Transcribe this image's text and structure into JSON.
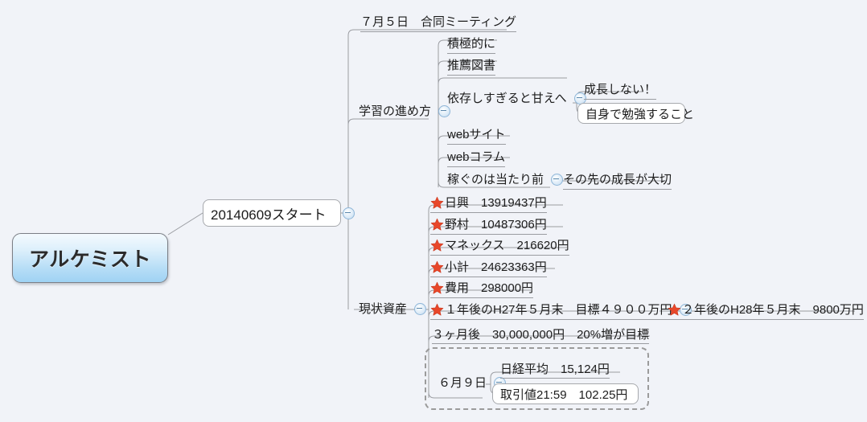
{
  "app": {
    "type": "mindmap",
    "background_color": "#f1f3f8",
    "accent_color": "#9fd2f4",
    "star_color": "#e8472a",
    "collapse_icon": "minus-circle-icon"
  },
  "root": {
    "label": "アルケミスト"
  },
  "central": {
    "label": "20140609スタート",
    "collapse": "minus-circle-icon"
  },
  "branches": {
    "meeting": {
      "label": "７月５日　合同ミーティング"
    },
    "study": {
      "label": "学習の進め方",
      "collapse": "minus-circle-icon",
      "children": [
        {
          "label": "積極的に"
        },
        {
          "label": "推薦図書"
        },
        {
          "label": "依存しすぎると甘えへ",
          "collapse": "minus-circle-icon",
          "children": [
            {
              "label": "成長しない！"
            },
            {
              "label": "自身で勉強すること",
              "boxed": true
            }
          ]
        },
        {
          "label": "webサイト"
        },
        {
          "label": "webコラム"
        },
        {
          "label": "稼ぐのは当たり前",
          "collapse": "minus-circle-icon",
          "children": [
            {
              "label": "その先の成長が大切"
            }
          ]
        }
      ]
    },
    "assets": {
      "label": "現状資産",
      "collapse": "minus-circle-icon",
      "children": [
        {
          "icon": "star-icon",
          "label": "日興　13919437円"
        },
        {
          "icon": "star-icon",
          "label": "野村　10487306円"
        },
        {
          "icon": "star-icon",
          "label": "マネックス　216620円"
        },
        {
          "icon": "star-icon",
          "label": "小計　24623363円"
        },
        {
          "icon": "star-icon",
          "label": "費用　298000円"
        },
        {
          "icon": "star-icon",
          "label": "１年後のH27年５月末　目標４９００万円",
          "collapse": "minus-circle-icon",
          "children": [
            {
              "icon": "star-icon",
              "label": "２年後のH28年５月末　9800万円"
            }
          ]
        },
        {
          "label": "３ヶ月後　30,000,000円　20%増が目標"
        },
        {
          "label": "６月９日",
          "collapse": "minus-circle-icon",
          "selected": true,
          "children": [
            {
              "label": "日経平均　15,124円"
            },
            {
              "label": "取引値21:59　102.25円",
              "boxed": true
            }
          ]
        }
      ]
    }
  }
}
